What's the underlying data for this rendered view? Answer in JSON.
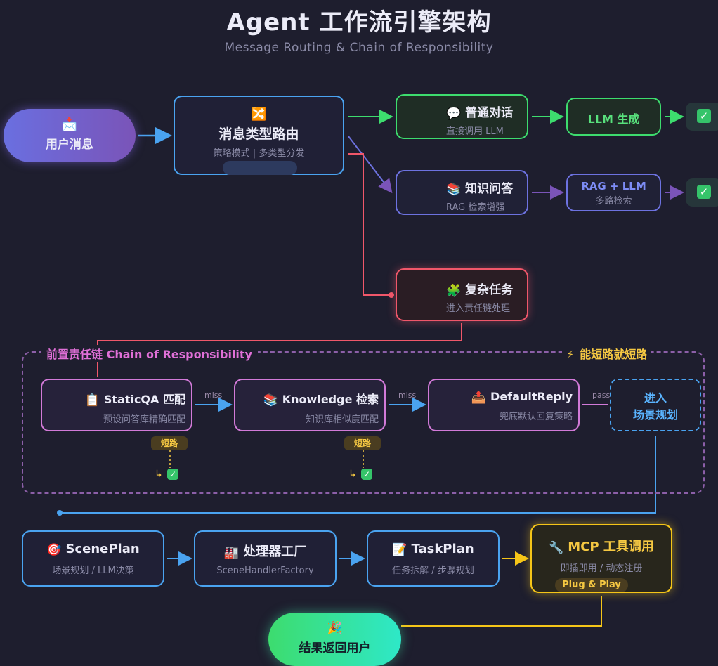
{
  "title": "Agent 工作流引擎架构",
  "subtitle": "Message Routing & Chain of Responsibility",
  "colors": {
    "background": "#1e1e2e",
    "blue": "#4aa3f0",
    "green": "#3ddc6e",
    "purple": "#6d72e0",
    "red": "#f0576a",
    "pink": "#d27ad8",
    "yellow": "#f5c518"
  },
  "user_node": {
    "icon": "envelope-icon",
    "label": "用户消息"
  },
  "router": {
    "icon": "shuffle-icon",
    "title": "消息类型路由",
    "subtitle": "策略模式 | 多类型分发"
  },
  "routes": {
    "chat": {
      "icon": "speech-bubble-icon",
      "title": "普通对话",
      "subtitle": "直接调用 LLM"
    },
    "kb": {
      "icon": "books-icon",
      "title": "知识问答",
      "subtitle": "RAG 检索增强"
    },
    "complex": {
      "icon": "puzzle-icon",
      "title": "复杂任务",
      "subtitle": "进入责任链处理"
    }
  },
  "llm_gen": {
    "title": "LLM 生成"
  },
  "rag_llm": {
    "title": "RAG + LLM",
    "subtitle": "多路检索"
  },
  "chain": {
    "title": "前置责任链 Chain of Responsibility",
    "shortcut_note": "能短路就短路",
    "static_qa": {
      "icon": "clipboard-icon",
      "title": "StaticQA 匹配",
      "subtitle": "预设问答库精确匹配"
    },
    "knowledge": {
      "icon": "books-icon",
      "title": "Knowledge 检索",
      "subtitle": "知识库相似度匹配"
    },
    "default_reply": {
      "icon": "inbox-icon",
      "title": "DefaultReply",
      "subtitle": "兜底默认回复策略"
    },
    "enter_scene_line1": "进入",
    "enter_scene_line2": "场景规划",
    "edge_miss_1": "miss",
    "edge_miss_2": "miss",
    "edge_pass": "pass",
    "short_circuit_1": "短路",
    "short_circuit_2": "短路"
  },
  "flow": {
    "scene_plan": {
      "icon": "target-icon",
      "title": "ScenePlan",
      "subtitle": "场景规划 / LLM决策"
    },
    "factory": {
      "icon": "factory-icon",
      "title": "处理器工厂",
      "subtitle": "SceneHandlerFactory"
    },
    "task_plan": {
      "icon": "memo-icon",
      "title": "TaskPlan",
      "subtitle": "任务拆解 / 步骤规划"
    },
    "mcp": {
      "icon": "wrench-icon",
      "title": "MCP 工具调用",
      "subtitle": "即插即用 / 动态注册",
      "badge": "Plug & Play"
    }
  },
  "result": {
    "icon": "party-popper-icon",
    "label": "结果返回用户"
  }
}
